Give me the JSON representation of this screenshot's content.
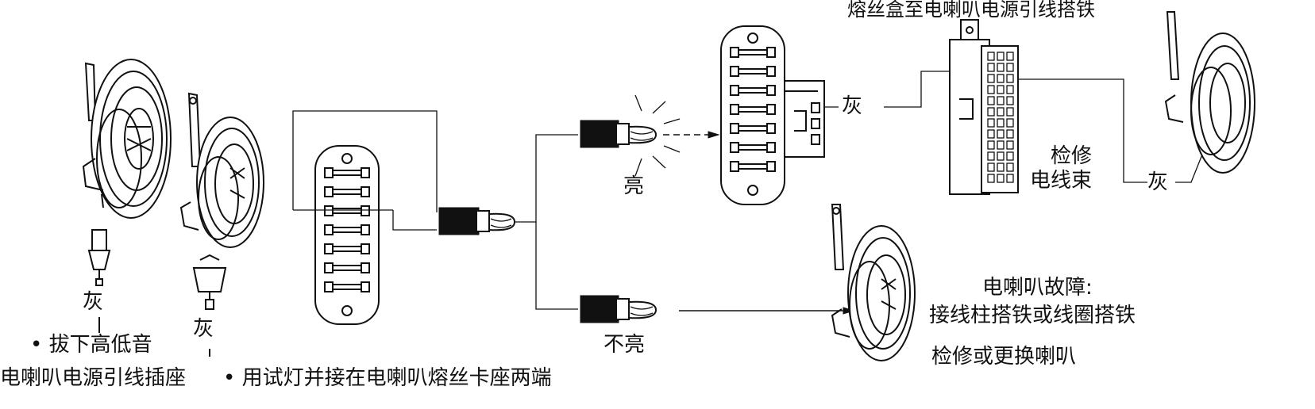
{
  "labels": {
    "step1_bullet": "• 拔下高低音",
    "step1_detail": "电喇叭电源引线插座",
    "step2_bullet": "• 用试灯并接在电喇叭熔丝卡座两端",
    "gray_left": "灰",
    "gray_right": "灰",
    "gray_connector": "灰",
    "gray_harness": "灰",
    "lit": "亮",
    "not_lit": "不亮",
    "top_title": "熔丝盒至电喇叭电源引线搭铁",
    "repair_harness_line1": "检修",
    "repair_harness_line2": "电线束",
    "fault_line1": "电喇叭故障:",
    "fault_line2": "接线柱搭铁或线圈搭铁",
    "fault_action": "检修或更换喇叭"
  }
}
